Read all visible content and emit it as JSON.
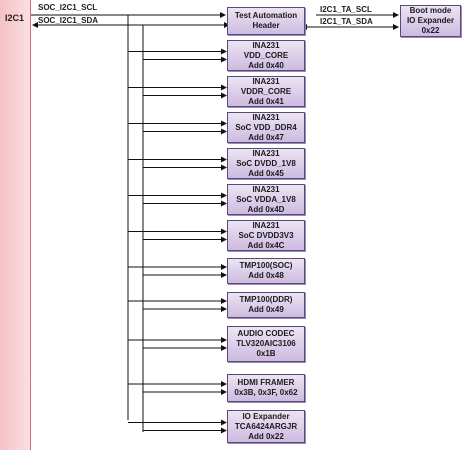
{
  "bus_label": "I2C1",
  "signals": {
    "soc_scl": "SOC_I2C1_SCL",
    "soc_sda": "SOC_I2C1_SDA",
    "ta_scl": "I2C1_TA_SCL",
    "ta_sda": "I2C1_TA_SDA"
  },
  "top_blocks": {
    "test_header": [
      "Test Automation",
      "Header"
    ],
    "boot_expander": [
      "Boot mode",
      "IO Expander",
      "0x22"
    ]
  },
  "devices": [
    {
      "id": "ina231-vdd-core",
      "lines": [
        "INA231",
        "VDD_CORE",
        "Add 0x40"
      ]
    },
    {
      "id": "ina231-vddr-core",
      "lines": [
        "INA231",
        "VDDR_CORE",
        "Add 0x41"
      ]
    },
    {
      "id": "ina231-soc-vdd-ddr4",
      "lines": [
        "INA231",
        "SoC VDD_DDR4",
        "Add 0x47"
      ]
    },
    {
      "id": "ina231-soc-dvdd-1v8",
      "lines": [
        "INA231",
        "SoC DVDD_1V8",
        "Add 0x45"
      ]
    },
    {
      "id": "ina231-soc-vdda-1v8",
      "lines": [
        "INA231",
        "SoC VDDA_1V8",
        "Add 0x4D"
      ]
    },
    {
      "id": "ina231-soc-dvdd3v3",
      "lines": [
        "INA231",
        "SoC DVDD3V3",
        "Add 0x4C"
      ]
    },
    {
      "id": "tmp100-soc",
      "lines": [
        "TMP100(SOC)",
        "Add 0x48"
      ]
    },
    {
      "id": "tmp100-ddr",
      "lines": [
        "TMP100(DDR)",
        "Add 0x49"
      ]
    },
    {
      "id": "audio-codec",
      "lines": [
        "AUDIO CODEC",
        "TLV320AIC3106",
        "0x1B"
      ]
    },
    {
      "id": "hdmi-framer",
      "lines": [
        "HDMI FRAMER",
        "0x3B, 0x3F, 0x62"
      ]
    },
    {
      "id": "io-expander",
      "lines": [
        "IO Expander",
        "TCA6424ARGJR",
        "Add 0x22"
      ]
    }
  ]
}
